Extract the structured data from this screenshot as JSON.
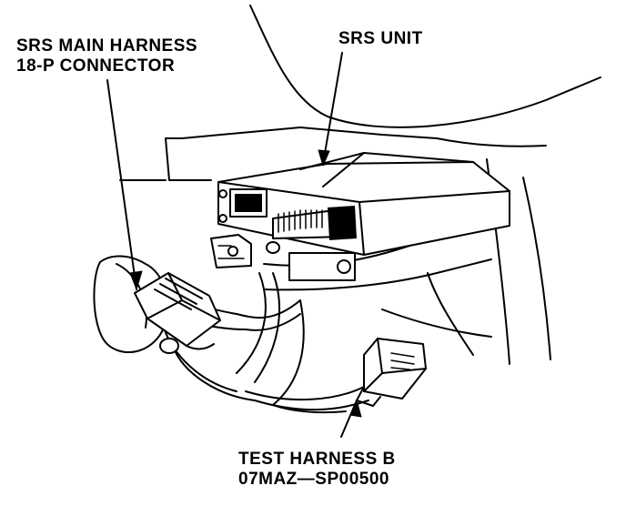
{
  "labels": {
    "main_harness_line1": "SRS MAIN HARNESS",
    "main_harness_line2": "18-P CONNECTOR",
    "srs_unit": "SRS UNIT",
    "test_harness_line1": "TEST HARNESS B",
    "test_harness_line2": "07MAZ—SP00500"
  },
  "colors": {
    "ink": "#000000",
    "paper": "#ffffff"
  }
}
